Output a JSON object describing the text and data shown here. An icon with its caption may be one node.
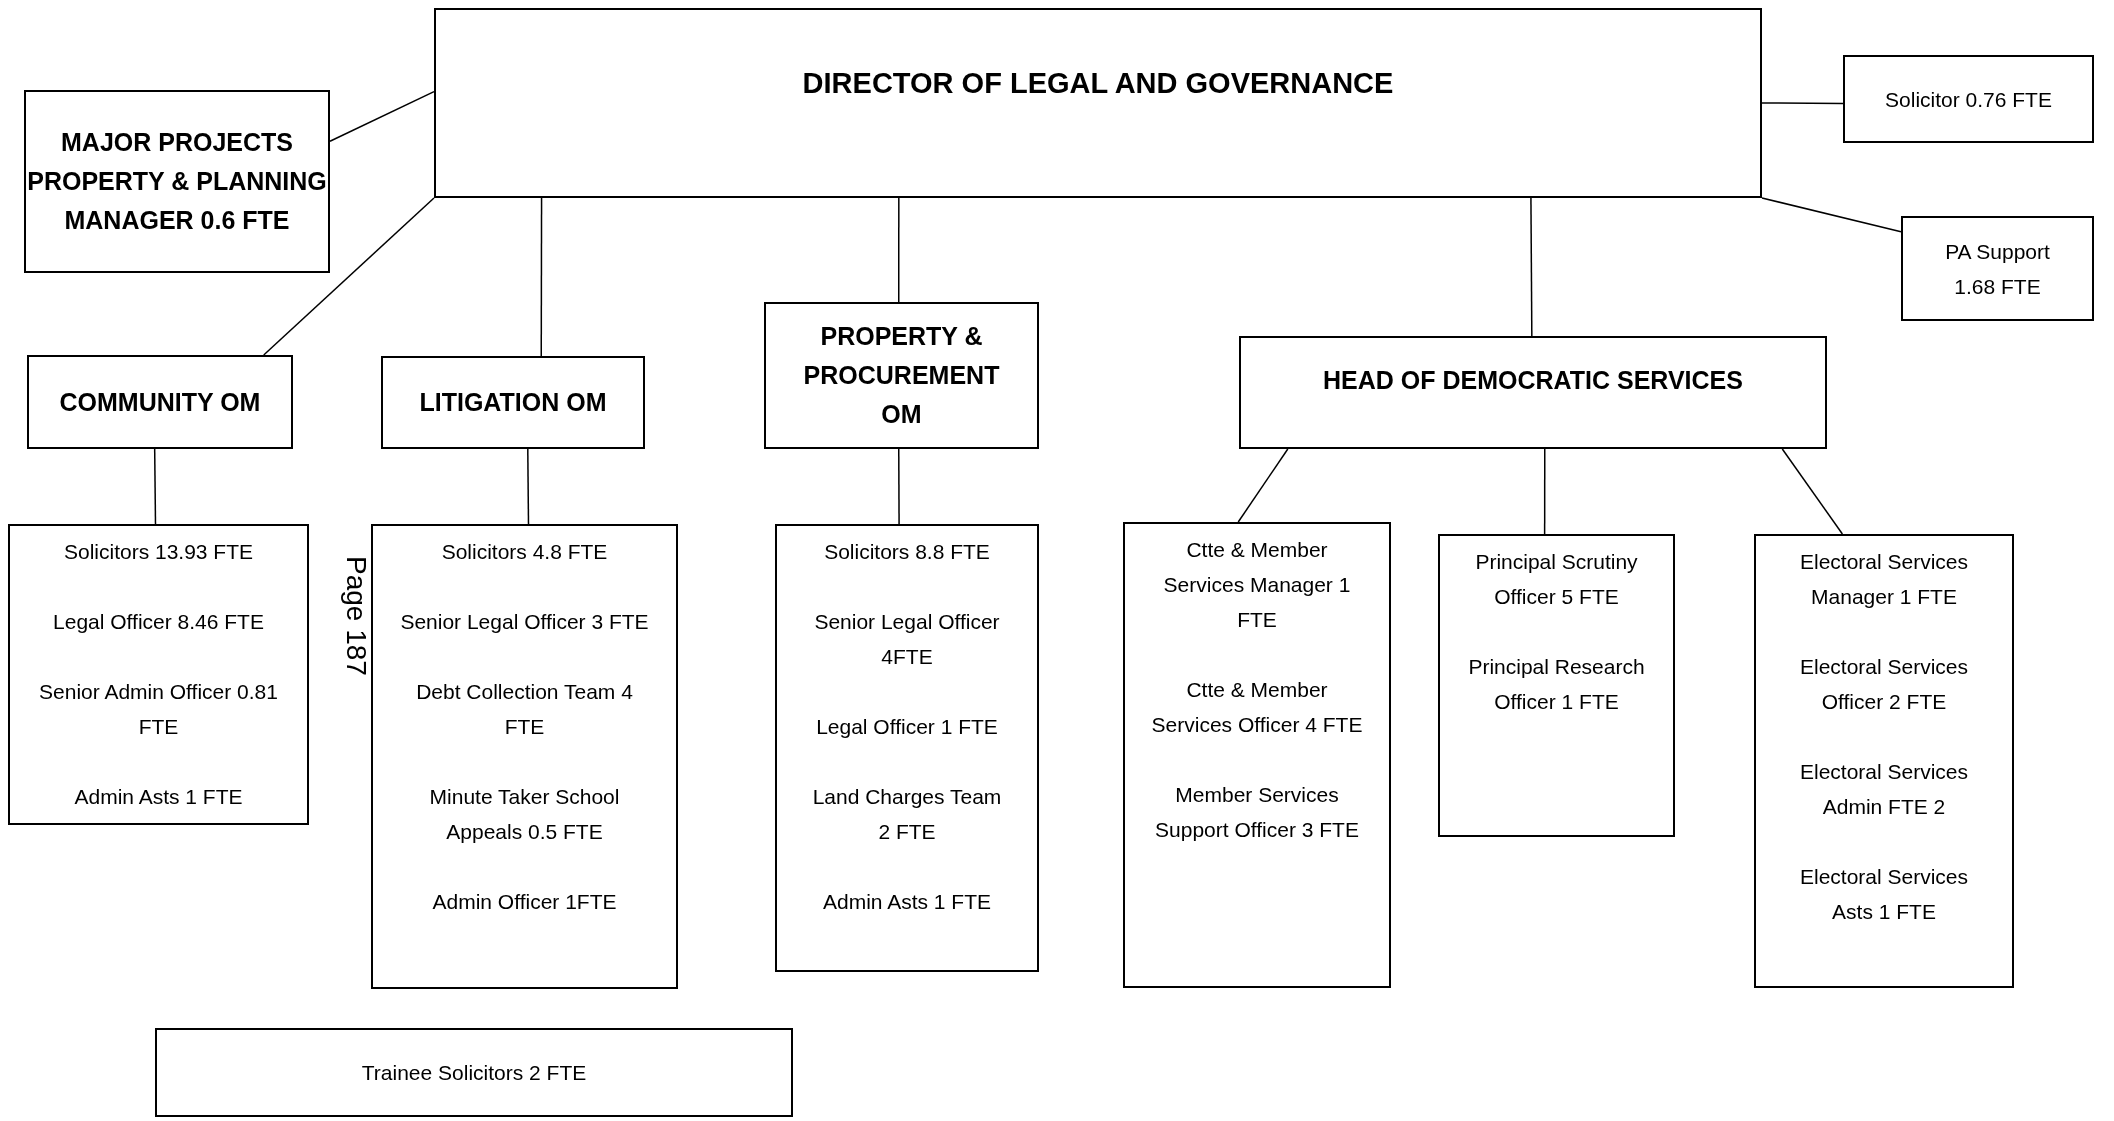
{
  "diagram": {
    "nodes": [
      {
        "text": [
          "DIRECTOR OF LEGAL AND GOVERNANCE"
        ]
      },
      {
        "text": [
          "MAJOR PROJECTS PROPERTY & PLANNING MANAGER 0.6 FTE"
        ]
      },
      {
        "text": [
          "Solicitor 0.76 FTE"
        ]
      },
      {
        "text": [
          "PA Support 1.68 FTE"
        ]
      },
      {
        "text": [
          "COMMUNITY OM"
        ]
      },
      {
        "text": [
          "LITIGATION OM"
        ]
      },
      {
        "text": [
          "PROPERTY & PROCUREMENT OM"
        ]
      },
      {
        "text": [
          "HEAD OF DEMOCRATIC SERVICES"
        ]
      },
      {
        "text": [
          "Solicitors 13.93 FTE",
          "Legal Officer 8.46 FTE",
          "Senior Admin Officer 0.81 FTE",
          "Admin Asts 1 FTE"
        ]
      },
      {
        "text": [
          "Solicitors 4.8 FTE",
          "Senior Legal Officer 3 FTE",
          "Debt Collection Team 4 FTE",
          "Minute Taker School Appeals 0.5 FTE",
          "Admin Officer 1FTE"
        ]
      },
      {
        "text": [
          "Solicitors 8.8 FTE",
          "Senior Legal Officer 4FTE",
          "Legal Officer 1 FTE",
          "Land Charges Team 2 FTE",
          "Admin Asts 1 FTE"
        ]
      },
      {
        "text": [
          "Ctte & Member Services Manager 1 FTE",
          "Ctte & Member Services Officer 4 FTE",
          "Member Services Support Officer 3 FTE"
        ]
      },
      {
        "text": [
          "Principal Scrutiny Officer 5 FTE",
          "Principal Research Officer 1 FTE"
        ]
      },
      {
        "text": [
          "Electoral Services Manager 1 FTE",
          "Electoral Services Officer 2 FTE",
          "Electoral Services Admin FTE 2",
          "Electoral Services Asts 1 FTE"
        ]
      },
      {
        "text": [
          "Trainee Solicitors 2 FTE"
        ]
      }
    ],
    "edges": [
      {
        "from": 0,
        "to": 1,
        "arrow": "none"
      },
      {
        "from": 0,
        "to": 2,
        "arrow": "none"
      },
      {
        "from": 0,
        "to": 3,
        "arrow": "none"
      },
      {
        "from": 0,
        "to": 4,
        "arrow": "none"
      },
      {
        "from": 0,
        "to": 5,
        "arrow": "none"
      },
      {
        "from": 0,
        "to": 6,
        "arrow": "none"
      },
      {
        "from": 0,
        "to": 7,
        "arrow": "none"
      },
      {
        "from": 4,
        "to": 8,
        "arrow": "none"
      },
      {
        "from": 5,
        "to": 9,
        "arrow": "none"
      },
      {
        "from": 6,
        "to": 10,
        "arrow": "none"
      },
      {
        "from": 7,
        "to": 11,
        "arrow": "none"
      },
      {
        "from": 7,
        "to": 12,
        "arrow": "none"
      },
      {
        "from": 7,
        "to": 13,
        "arrow": "none"
      }
    ],
    "labels": [
      "Page 187"
    ]
  }
}
